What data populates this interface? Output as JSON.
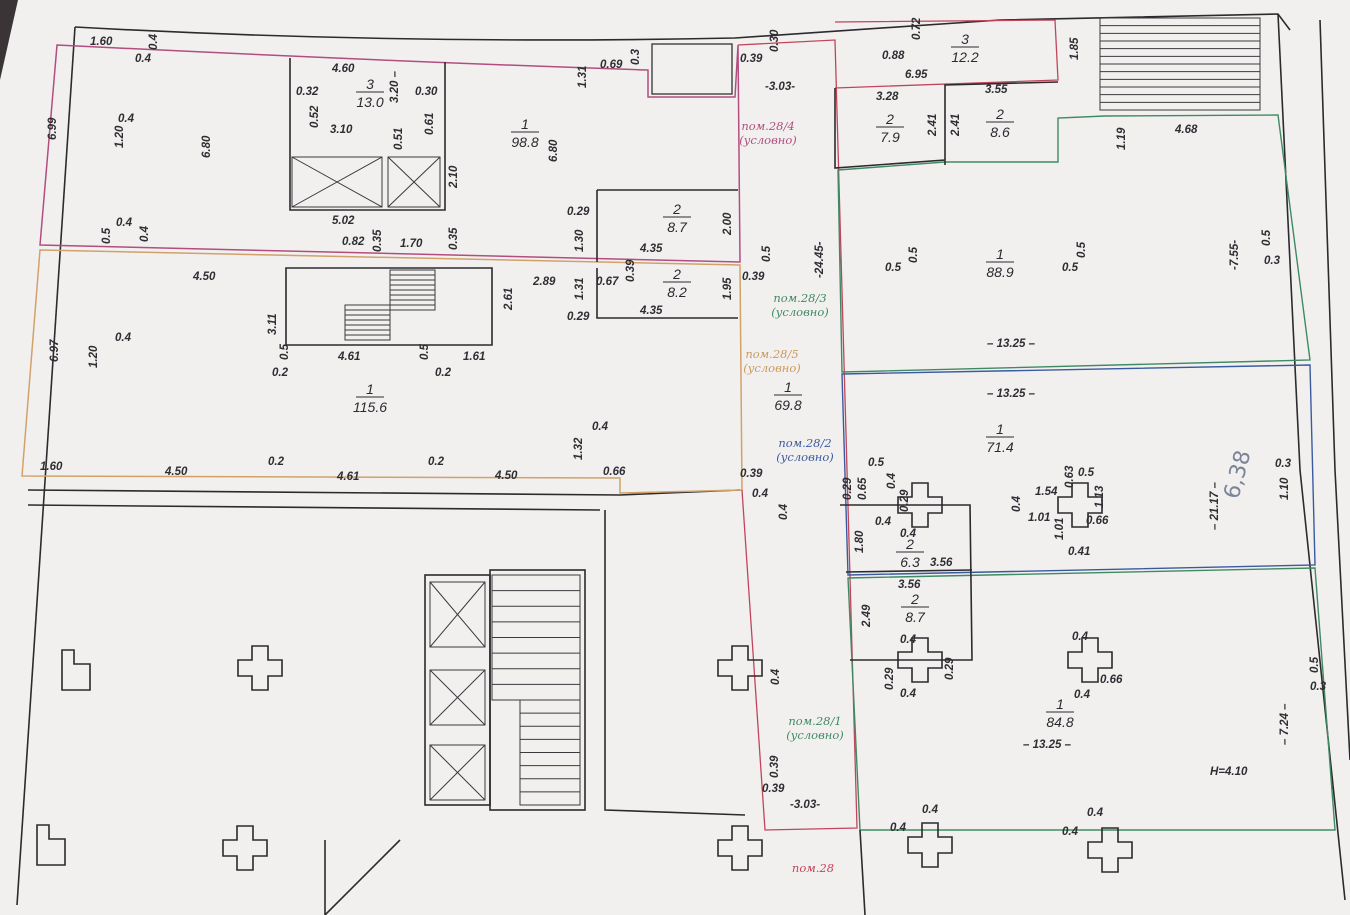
{
  "rooms": [
    {
      "number": "3",
      "area": "13.0"
    },
    {
      "number": "1",
      "area": "98.8"
    },
    {
      "number": "2",
      "area": "8.7"
    },
    {
      "number": "2",
      "area": "8.2"
    },
    {
      "number": "1",
      "area": "115.6"
    },
    {
      "number": "1",
      "area": "69.8"
    },
    {
      "number": "3",
      "area": "12.2"
    },
    {
      "number": "2",
      "area": "7.9"
    },
    {
      "number": "2",
      "area": "8.6"
    },
    {
      "number": "1",
      "area": "88.9"
    },
    {
      "number": "1",
      "area": "71.4"
    },
    {
      "number": "2",
      "area": "6.3"
    },
    {
      "number": "2",
      "area": "8.7"
    },
    {
      "number": "1",
      "area": "84.8"
    }
  ],
  "sections": [
    {
      "name": "пом.28/4",
      "note": "(условно)",
      "color": "#b24d7f"
    },
    {
      "name": "пом.28/3",
      "note": "(условно)",
      "color": "#3f8a63"
    },
    {
      "name": "пом.28/5",
      "note": "(условно)",
      "color": "#c99a5a"
    },
    {
      "name": "пом.28/2",
      "note": "(условно)",
      "color": "#3a5aa0"
    },
    {
      "name": "пом.28/1",
      "note": "(условно)",
      "color": "#3f8a63"
    },
    {
      "name": "пом.28",
      "note": "",
      "color": "#c0455a"
    }
  ],
  "dims": [
    "1.60",
    "0.4",
    "0.4",
    "4.60",
    "0.32",
    "0.52",
    "3.20 –",
    "0.30",
    "0.61",
    "3.10",
    "0.51",
    "6.80",
    "6.80",
    "1.20",
    "0.4",
    "6.99",
    "2.10",
    "5.02",
    "1.31",
    "0.69",
    "0.3",
    "0.29",
    "1.30",
    "4.35",
    "2.00",
    "0.82",
    "0.35",
    "1.70",
    "0.35",
    "0.4",
    "0.5",
    "0.4",
    "4.50",
    "2.89",
    "1.31",
    "0.67",
    "0.39",
    "1.95",
    "4.35",
    "0.29",
    "3.11",
    "2.61",
    "4.61",
    "1.61",
    "0.5",
    "0.2",
    "0.5",
    "0.2",
    "6.97",
    "1.20",
    "0.4",
    "1.60",
    "4.50",
    "4.61",
    "4.50",
    "0.66",
    "1.32",
    "0.4",
    "0.2",
    "0.2",
    "0.39",
    "0.30",
    "-3.03-",
    "-24.45-",
    "0.5",
    "0.39",
    "0.39",
    "0.4",
    "0.4",
    "0.4",
    "0.39",
    "0.39",
    "-3.03-",
    "0.88",
    "0.72",
    "1.85",
    "6.95",
    "3.28",
    "3.55",
    "2.41",
    "2.41",
    "1.19",
    "4.68",
    "0.5",
    "0.5",
    "0.5",
    "0.5",
    "-7.55-",
    "0.5",
    "0.3",
    "– 13.25 –",
    "– 13.25 –",
    "– 21.17 –",
    "0.3",
    "1.10",
    "0.5",
    "0.63",
    "1.54",
    "1.13",
    "1.01",
    "1.01",
    "0.66",
    "0.41",
    "0.4",
    "0.29",
    "0.65",
    "0.5",
    "0.4",
    "0.29",
    "0.4",
    "0.4",
    "1.80",
    "3.56",
    "3.56",
    "2.49",
    "0.4",
    "0.29",
    "0.4",
    "0.29",
    "0.4",
    "0.66",
    "0.4",
    "– 13.25 –",
    "– 7.24 –",
    "0.5",
    "0.3",
    "0.4",
    "0.4",
    "0.4",
    "0.4"
  ],
  "ceiling_height": "H=4.10",
  "handwritten_note": "6,38",
  "colors": {
    "paper": "#f2f0ef",
    "magenta": "#b24d7f",
    "orange": "#d0a26a",
    "green": "#3f8a63",
    "blue": "#3a5aa0",
    "red": "#c0455a"
  }
}
